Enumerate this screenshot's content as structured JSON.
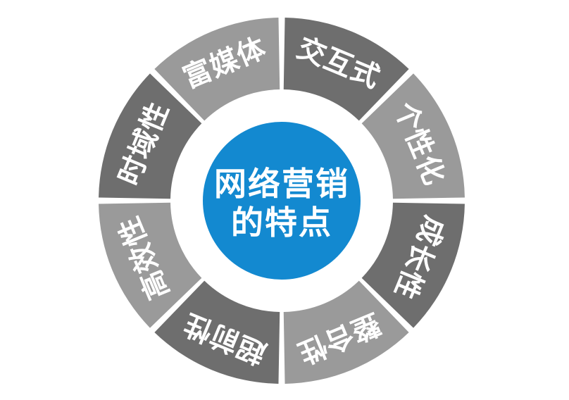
{
  "diagram": {
    "type": "donut-concept-wheel",
    "background_color": "#ffffff",
    "center": {
      "shape": "circle",
      "color": "#1389d0",
      "line1": "网络营销",
      "line2": "的特点"
    },
    "ring": {
      "segment_count": 8,
      "gap_color": "#ffffff",
      "dark_color": "#6e6e6e",
      "light_color": "#9a9a9a",
      "label_color": "#ffffff"
    },
    "segments": [
      {
        "label": "交互式",
        "color": "#6e6e6e",
        "tone": "dark",
        "mid_angle_deg": 22.5,
        "position": "top-right"
      },
      {
        "label": "个性化",
        "color": "#9a9a9a",
        "tone": "light",
        "mid_angle_deg": 67.5,
        "position": "right-upper"
      },
      {
        "label": "成长性",
        "color": "#6e6e6e",
        "tone": "dark",
        "mid_angle_deg": 112.5,
        "position": "right-lower"
      },
      {
        "label": "整合性",
        "color": "#9a9a9a",
        "tone": "light",
        "mid_angle_deg": 157.5,
        "position": "bottom-right"
      },
      {
        "label": "超前性",
        "color": "#6e6e6e",
        "tone": "dark",
        "mid_angle_deg": 202.5,
        "position": "bottom-left"
      },
      {
        "label": "高效性",
        "color": "#9a9a9a",
        "tone": "light",
        "mid_angle_deg": 247.5,
        "position": "left-lower"
      },
      {
        "label": "时域性",
        "color": "#6e6e6e",
        "tone": "dark",
        "mid_angle_deg": 292.5,
        "position": "left-upper"
      },
      {
        "label": "富媒体",
        "color": "#9a9a9a",
        "tone": "light",
        "mid_angle_deg": 337.5,
        "position": "top-left"
      }
    ]
  }
}
